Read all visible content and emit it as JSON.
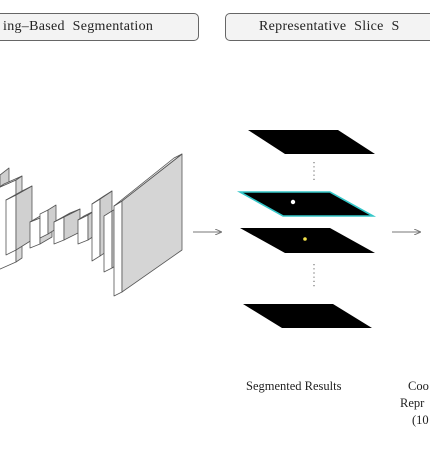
{
  "headers": {
    "left": "ing–Based Segmentation",
    "right": "Representative Slice S"
  },
  "captions": {
    "segmented": "Segmented Results",
    "right_line1": "Coo",
    "right_line2": "Repr",
    "right_line3": "(10"
  },
  "colors": {
    "highlight_edge": "#35c7c9",
    "slice_fill": "#000000",
    "marker_white": "#ffffff",
    "marker_yellow": "#f2e14a",
    "block_face": "#ffffff",
    "block_side": "#d8d8d8"
  }
}
